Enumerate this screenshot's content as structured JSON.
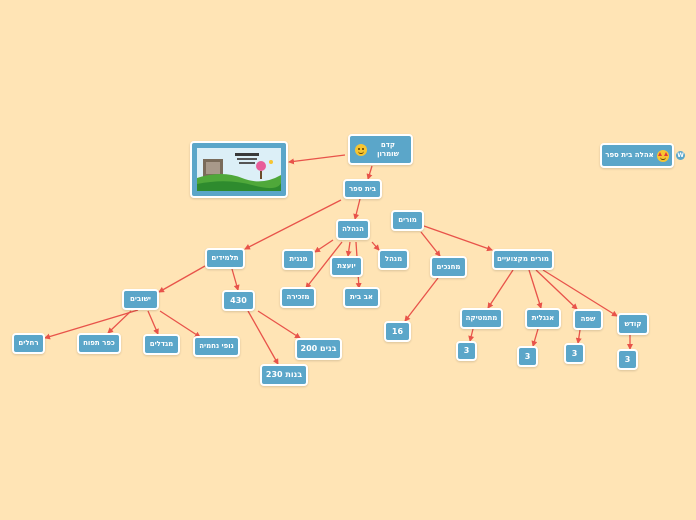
{
  "colors": {
    "background": "#FFE4B5",
    "node_fill": "#5BA6C9",
    "node_border": "#FFFFFF",
    "connector": "#E8534A"
  },
  "icons": {
    "smile": "smiling-face-icon",
    "love": "heart-eyes-face-icon",
    "app": "wordpress-icon"
  },
  "nodes": {
    "root": "קדם שומרון",
    "school": "בית ספר",
    "management": "הנהלה",
    "students": "תלמידים",
    "teachers": "מורים",
    "educators": "מחנכים",
    "professional": "מורים מקצועיים",
    "secretary": "מזכירה",
    "supervisor": "מנהל",
    "counselor": "יועצת",
    "head_deputy": "מגנית",
    "housekeeper": "אב בית",
    "settlements": "ישובים",
    "students_total": "430",
    "boys": "בנים 200",
    "girls": "בנות 230",
    "s1": "רחלים",
    "s2": "כפר תפוח",
    "s3": "מגדלים",
    "s4": "נופי נחמיה",
    "educators_count": "16",
    "math": "מתמטיקה",
    "english": "אנגלית",
    "language": "שפה",
    "torah": "קודש",
    "math_count": "3",
    "english_count": "3",
    "language_count": "3",
    "torah_count": "3",
    "side": "אהלה בית ספר"
  }
}
